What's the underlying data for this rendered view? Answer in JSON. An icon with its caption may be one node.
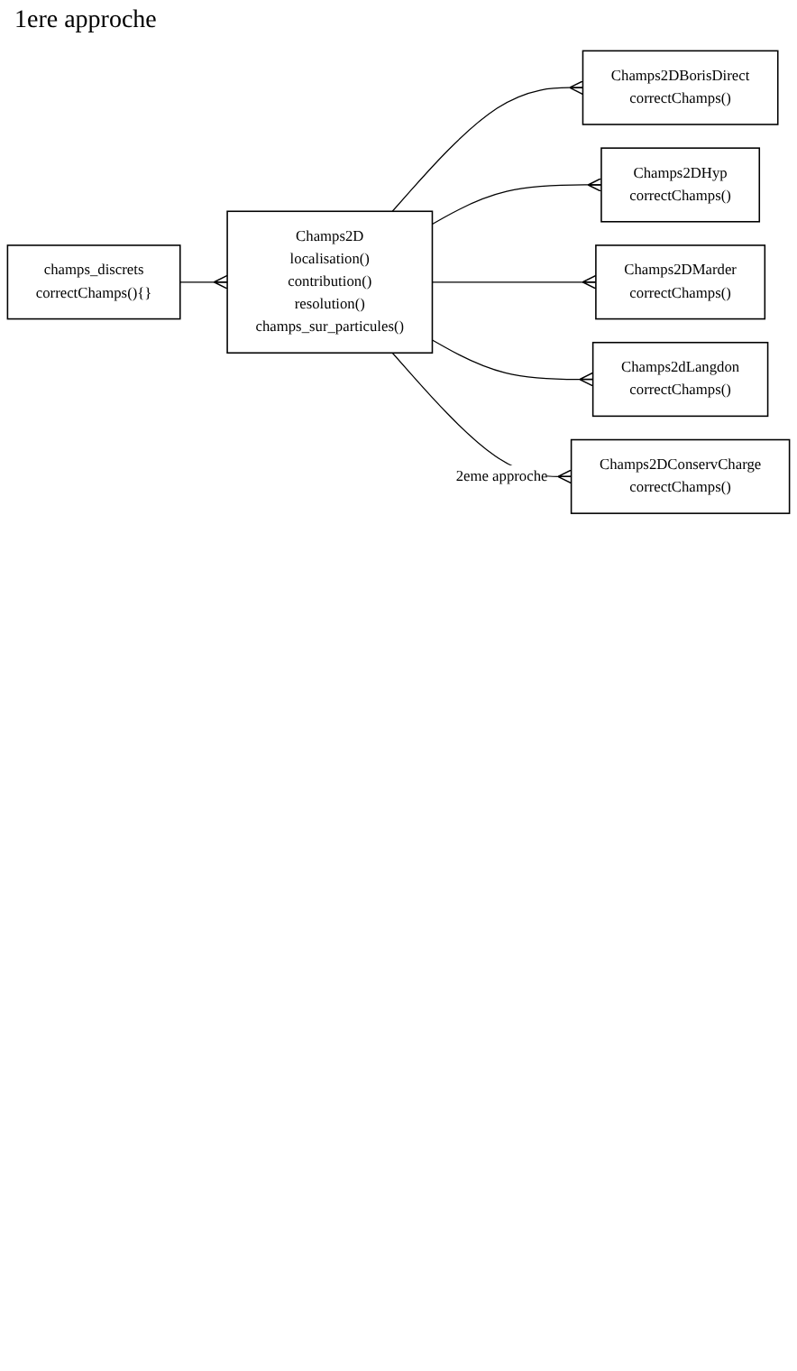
{
  "diagram": {
    "nodes": [
      {
        "text": [
          "champs_discrets",
          "correctChamps(){}"
        ]
      },
      {
        "text": [
          "Champs2D",
          "localisation()",
          "contribution()",
          "resolution()",
          "champs_sur_particules()"
        ]
      },
      {
        "text": [
          "Champs2DBorisDirect",
          "correctChamps()"
        ]
      },
      {
        "text": [
          "Champs2DHyp",
          "correctChamps()"
        ]
      },
      {
        "text": [
          "Champs2DMarder",
          "correctChamps()"
        ]
      },
      {
        "text": [
          "Champs2dLangdon",
          "correctChamps()"
        ]
      },
      {
        "text": [
          "Champs2DConservCharge",
          "correctChamps()"
        ]
      }
    ],
    "edges": [
      {
        "from": 0,
        "to": 1,
        "arrow": "other"
      },
      {
        "from": 1,
        "to": 2,
        "arrow": "other"
      },
      {
        "from": 1,
        "to": 3,
        "arrow": "other"
      },
      {
        "from": 1,
        "to": 4,
        "arrow": "other"
      },
      {
        "from": 1,
        "to": 5,
        "arrow": "other"
      },
      {
        "from": 1,
        "to": 6,
        "arrow": "other",
        "label": "2eme approche"
      }
    ],
    "labels": [
      "1ere approche"
    ]
  }
}
